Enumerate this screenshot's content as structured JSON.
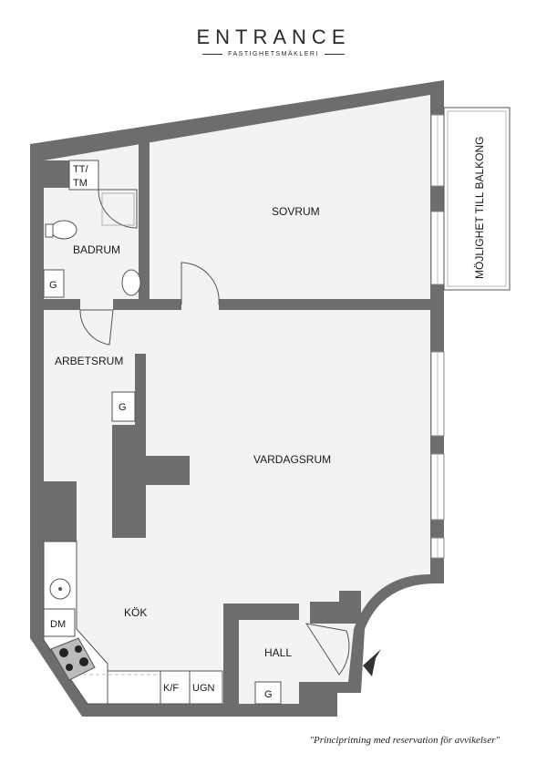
{
  "brand": {
    "name": "ENTRANCE",
    "tagline": "FASTIGHETSMÄKLERI"
  },
  "rooms": {
    "sovrum": "SOVRUM",
    "badrum": "BADRUM",
    "arbetsrum": "ARBETSRUM",
    "vardagsrum": "VARDAGSRUM",
    "kok": "KÖK",
    "hall": "HALL",
    "balkong": "MÖJLIGHET TILL BALKONG"
  },
  "fixtures": {
    "tt": "TT/",
    "tm": "TM",
    "g_badrum": "G",
    "g_arbetsrum": "G",
    "g_hall": "G",
    "dm": "DM",
    "kf": "K/F",
    "ugn": "UGN"
  },
  "disclaimer": "\"Principritning med reservation för avvikelser\"",
  "colors": {
    "wall": "#6d6d6d",
    "floor": "#f3f3f3",
    "outline": "#555555"
  }
}
